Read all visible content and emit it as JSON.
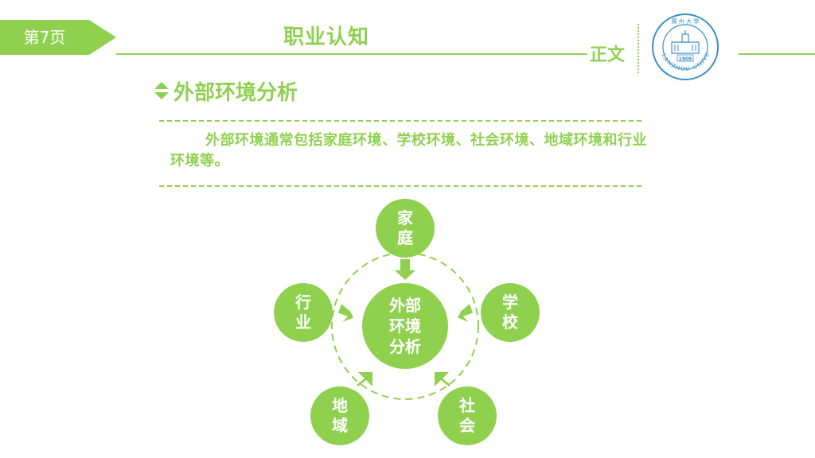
{
  "header": {
    "page_number": "第7页",
    "title": "职业认知",
    "section_label": "正文",
    "logo": {
      "icon": "university-seal-icon",
      "year": "1909",
      "ring_text": "LANZHOU UNIVERSITY"
    }
  },
  "content": {
    "heading": "外部环境分析",
    "paragraph": "外部环境通常包括家庭环境、学校环境、社会环境、地域环境和行业环境等。"
  },
  "diagram": {
    "center": "外部环境分析",
    "nodes": [
      "家庭",
      "学校",
      "社会",
      "地域",
      "行业"
    ]
  },
  "colors": {
    "accent": "#8fd14f",
    "seal_blue": "#3b8fc6"
  }
}
